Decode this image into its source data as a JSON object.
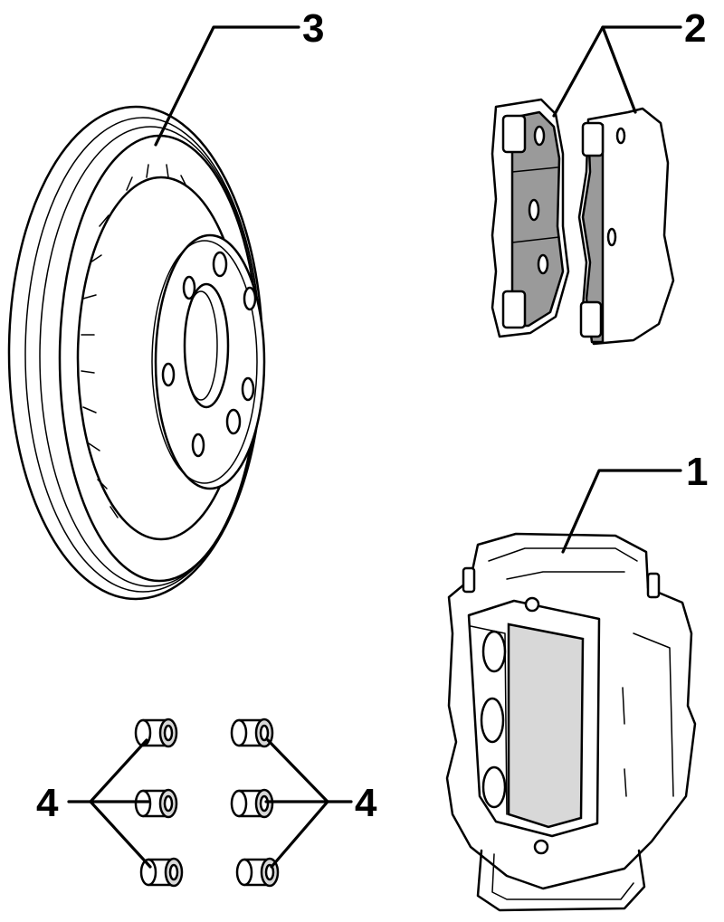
{
  "callouts": {
    "caliper": "1",
    "brake_pads": "2",
    "brake_disc": "3",
    "guide_bushings_left": "4",
    "guide_bushings_right": "4"
  },
  "colors": {
    "ink": "#000000",
    "pad_friction_fill": "#9a9a9a",
    "background": "#ffffff"
  }
}
